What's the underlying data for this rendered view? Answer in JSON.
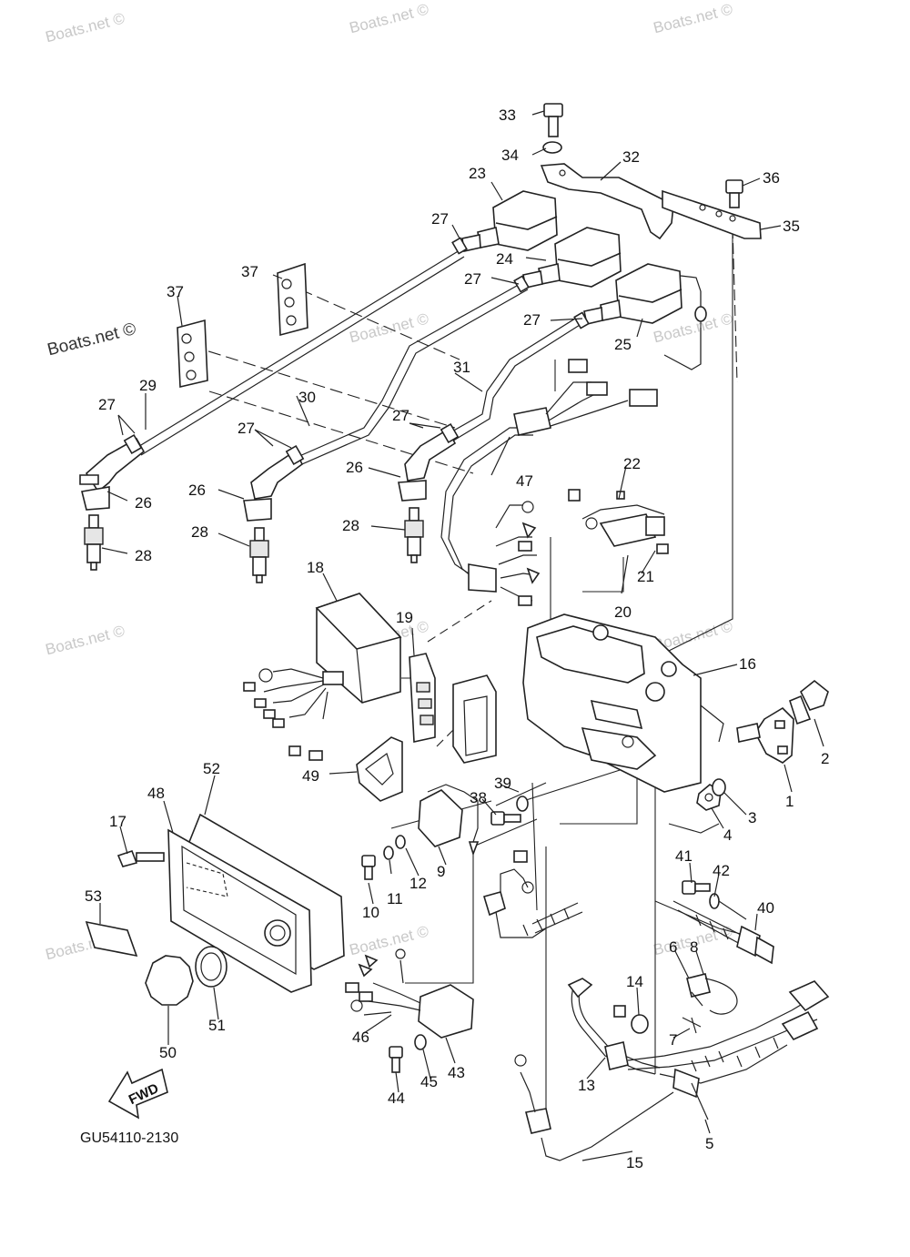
{
  "watermarks": [
    "Boats.net ©",
    "Boats.net ©",
    "Boats.net ©",
    "Boats.net ©",
    "Boats.net ©",
    "Boats.net ©",
    "Boats.net ©",
    "Boats.net ©",
    "Boats.net ©",
    "Boats.net ©",
    "Boats.net ©",
    "Boats.net ©"
  ],
  "fwd_label": "FWD",
  "diagram_code": "GU54110-2130",
  "part_labels": {
    "p1": "1",
    "p2": "2",
    "p3": "3",
    "p4": "4",
    "p5": "5",
    "p6": "6",
    "p7": "7",
    "p8": "8",
    "p9": "9",
    "p10": "10",
    "p11": "11",
    "p12": "12",
    "p13": "13",
    "p14": "14",
    "p15": "15",
    "p16": "16",
    "p17": "17",
    "p18": "18",
    "p19": "19",
    "p20": "20",
    "p21": "21",
    "p22": "22",
    "p23": "23",
    "p24": "24",
    "p25": "25",
    "p26": "26",
    "p27": "27",
    "p28": "28",
    "p29": "29",
    "p30": "30",
    "p31": "31",
    "p32": "32",
    "p33": "33",
    "p34": "34",
    "p35": "35",
    "p36": "36",
    "p37": "37",
    "p38": "38",
    "p39": "39",
    "p40": "40",
    "p41": "41",
    "p42": "42",
    "p43": "43",
    "p44": "44",
    "p45": "45",
    "p46": "46",
    "p47": "47",
    "p48": "48",
    "p49": "49",
    "p50": "50",
    "p51": "51",
    "p52": "52",
    "p53": "53"
  }
}
